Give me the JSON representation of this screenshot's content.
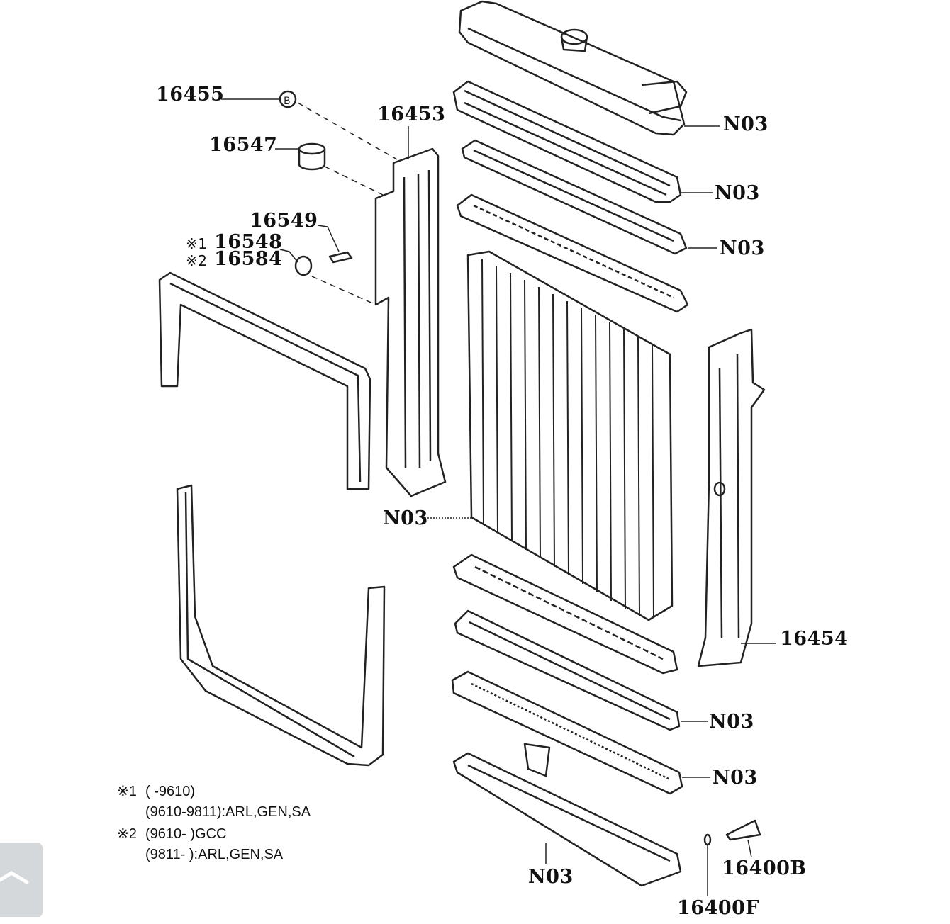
{
  "labels": {
    "p16455": "16455",
    "p16453": "16453",
    "p16547": "16547",
    "p16549": "16549",
    "p16548": "16548",
    "p16584": "16584",
    "mark1": "※1",
    "mark2": "※2",
    "p16454": "16454",
    "p16400b": "16400B",
    "p16400f": "16400F",
    "n03": [
      "N03",
      "N03",
      "N03",
      "N03",
      "N03",
      "N03",
      "N03"
    ],
    "bolt_marker": "B"
  },
  "footnotes": [
    {
      "mark": "※1",
      "line1": "(       -9610)",
      "line2": "(9610-9811):ARL,GEN,SA"
    },
    {
      "mark": "※2",
      "line1": "(9610-       )GCC",
      "line2": "(9811-       ):ARL,GEN,SA"
    }
  ],
  "controls": {
    "scroll_top_icon": "chevron-up-icon"
  }
}
